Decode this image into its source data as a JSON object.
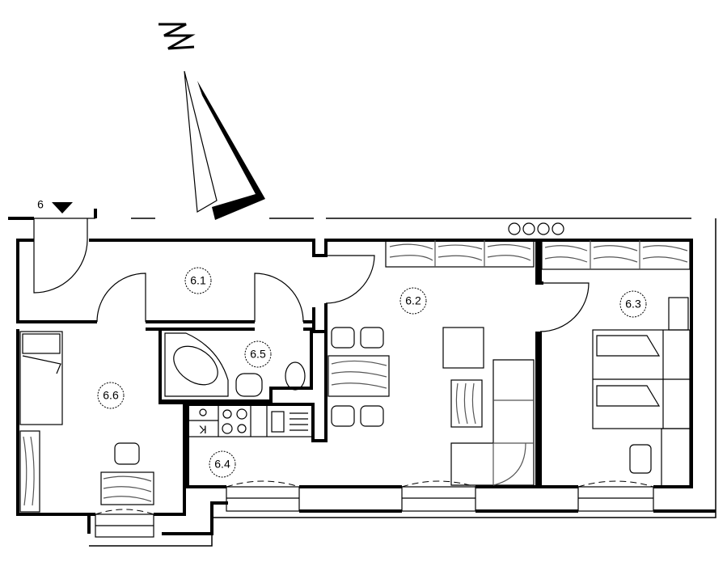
{
  "plan": {
    "level_marker": "6",
    "north_mark": "N",
    "rooms": [
      {
        "id": "6.1"
      },
      {
        "id": "6.2"
      },
      {
        "id": "6.3"
      },
      {
        "id": "6.4"
      },
      {
        "id": "6.5"
      },
      {
        "id": "6.6"
      }
    ],
    "kitchen_mark": "K"
  }
}
